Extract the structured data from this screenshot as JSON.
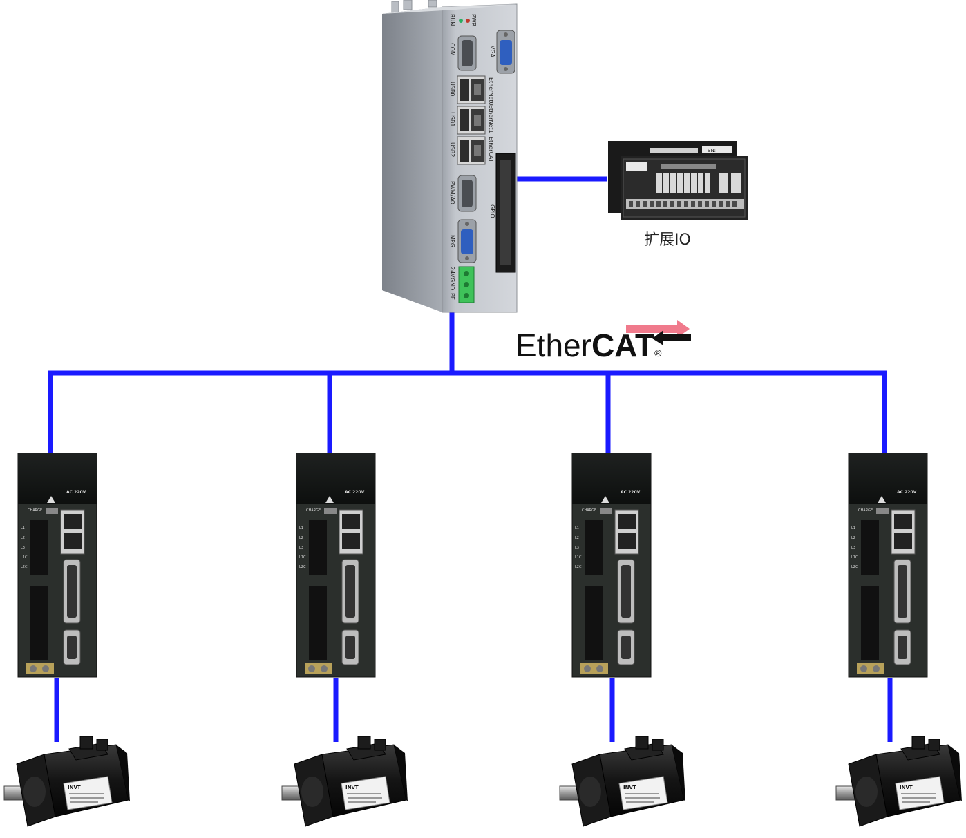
{
  "controller": {
    "port_labels": [
      "PWR",
      "RUN",
      "COM",
      "VGA",
      "EtherNet0",
      "USB0",
      "EtherNet1",
      "USB1",
      "EtherCAT",
      "USB2",
      "PWM/AO",
      "GPIO",
      "MPG",
      "24V",
      "GND",
      "PE"
    ]
  },
  "expansion_io": {
    "label": "扩展IO",
    "board_sn": "SN:"
  },
  "fieldbus": {
    "logo_text_light": "Ether",
    "logo_text_bold": "CAT",
    "logo_registered": "®"
  },
  "servo_drive": {
    "voltage_label": "AC 220V",
    "charge_label": "CHARGE",
    "terminal_labels": [
      "L1",
      "L2",
      "L3",
      "L1C",
      "L2C"
    ]
  },
  "motor": {
    "brand": "INVT"
  },
  "colors": {
    "link_line": "#1a1aff",
    "logo_arrow": "#f07a8c",
    "housing": "#c9ccd2",
    "drive_body": "#2b2f2c",
    "motor_body": "#151515"
  }
}
